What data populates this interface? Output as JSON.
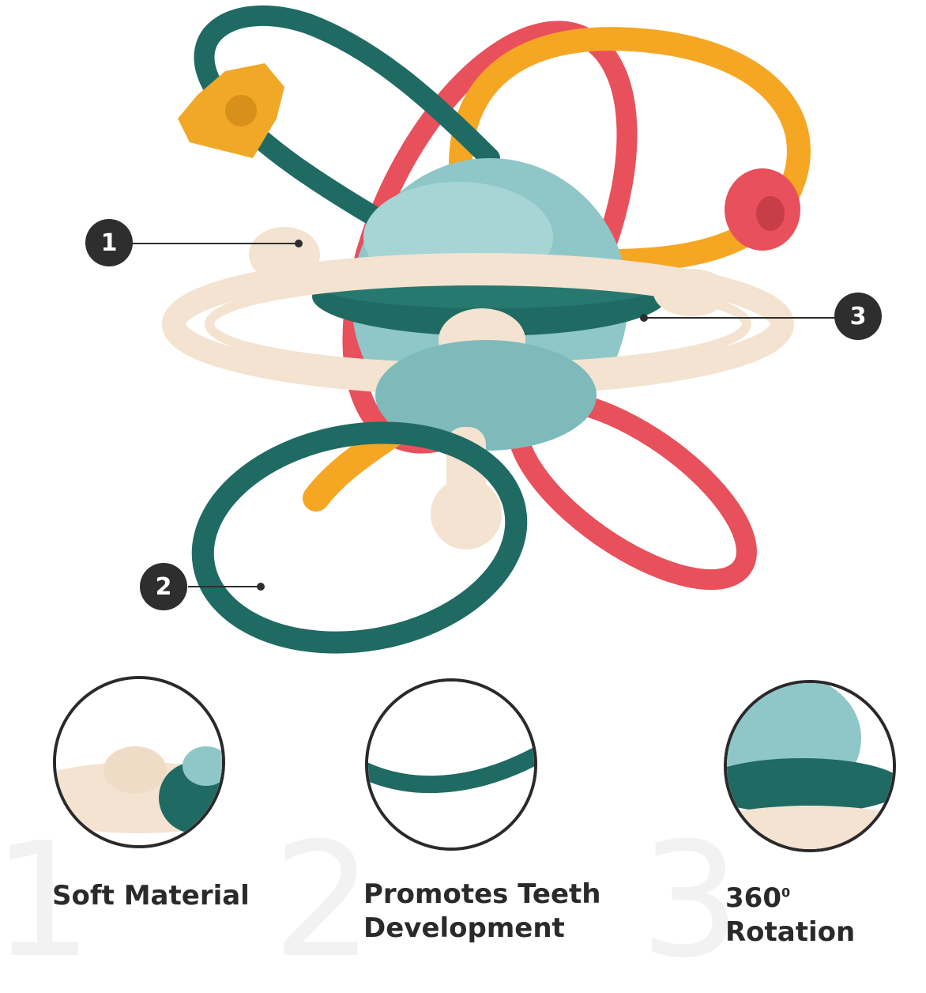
{
  "callouts": [
    "1",
    "2",
    "3"
  ],
  "watermark_numbers": [
    "1",
    "2",
    "3"
  ],
  "features": [
    {
      "label": "Soft Material"
    },
    {
      "label_line1": "Promotes Teeth",
      "label_line2": "Development"
    },
    {
      "label_prefix": "360",
      "label_sup": "0",
      "label_suffix": " Rotation"
    }
  ],
  "colors": {
    "teal": "#1f6b63",
    "coral": "#e8505b",
    "orange": "#f5a623",
    "cream": "#f3e3d0",
    "light_blue": "#8fc7c8",
    "dark": "#2e2e2e"
  }
}
